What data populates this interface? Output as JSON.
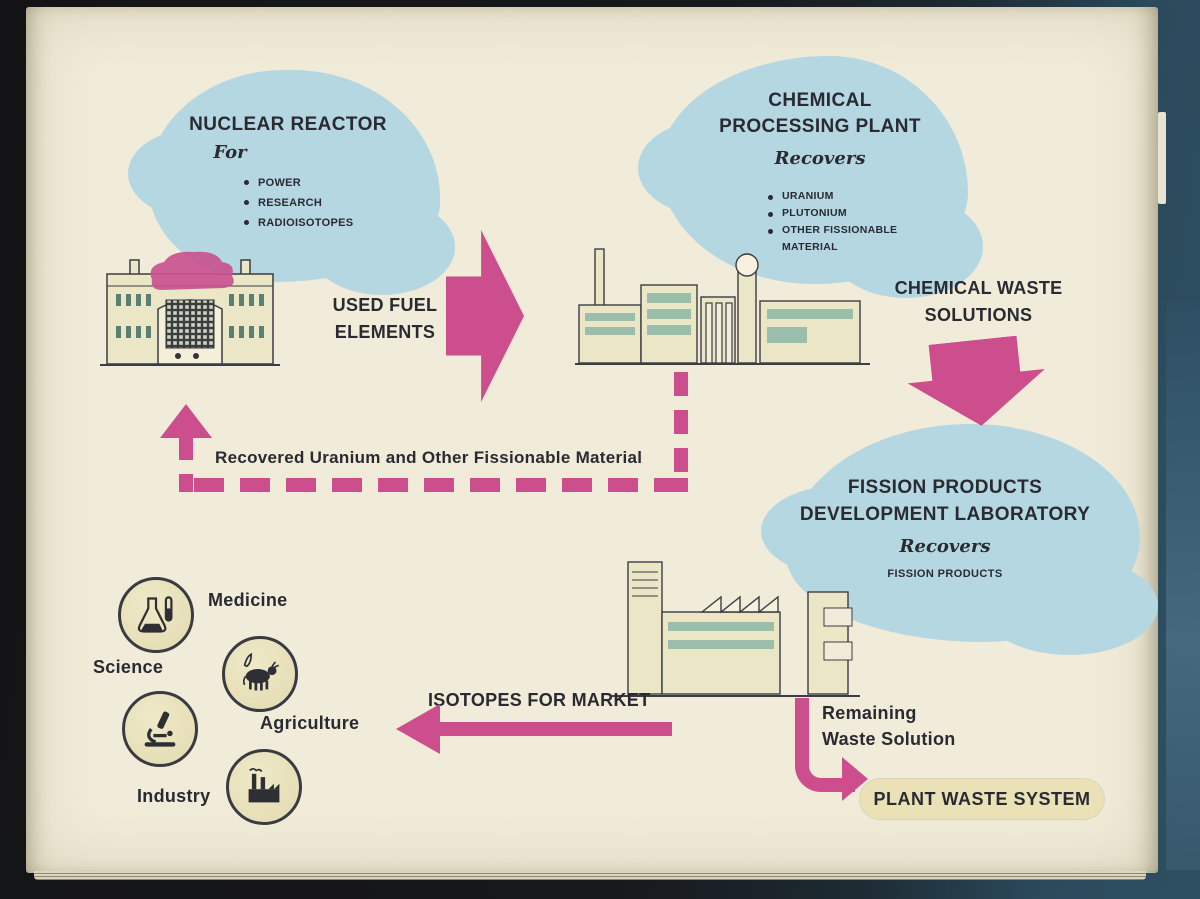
{
  "colors": {
    "page": "#f1ecd9",
    "pink": "#cd4e8d",
    "blob_blue": "#b4d7e2",
    "ink": "#2a2a32",
    "pill_bg": "#eae2b6"
  },
  "reactor": {
    "title": "NUCLEAR REACTOR",
    "script": "For",
    "items": [
      "POWER",
      "RESEARCH",
      "RADIOISOTOPES"
    ]
  },
  "processing": {
    "title1": "CHEMICAL",
    "title2": "PROCESSING PLANT",
    "script": "Recovers",
    "items": [
      "URANIUM",
      "PLUTONIUM",
      "OTHER FISSIONABLE MATERIAL"
    ]
  },
  "fission": {
    "title1": "FISSION PRODUCTS",
    "title2": "DEVELOPMENT LABORATORY",
    "script": "Recovers",
    "item": "FISSION PRODUCTS"
  },
  "labels": {
    "used_fuel1": "USED FUEL",
    "used_fuel2": "ELEMENTS",
    "chem_waste1": "CHEMICAL WASTE",
    "chem_waste2": "SOLUTIONS",
    "recovered": "Recovered Uranium and Other Fissionable Material",
    "isotopes": "ISOTOPES FOR MARKET",
    "remaining1": "Remaining",
    "remaining2": "Waste Solution",
    "plant_waste": "PLANT WASTE SYSTEM"
  },
  "market": {
    "medicine": "Medicine",
    "science": "Science",
    "agriculture": "Agriculture",
    "industry": "Industry"
  },
  "icons": {
    "medicine": "flasks",
    "science": "microscope",
    "agriculture": "cow",
    "industry": "factory"
  }
}
